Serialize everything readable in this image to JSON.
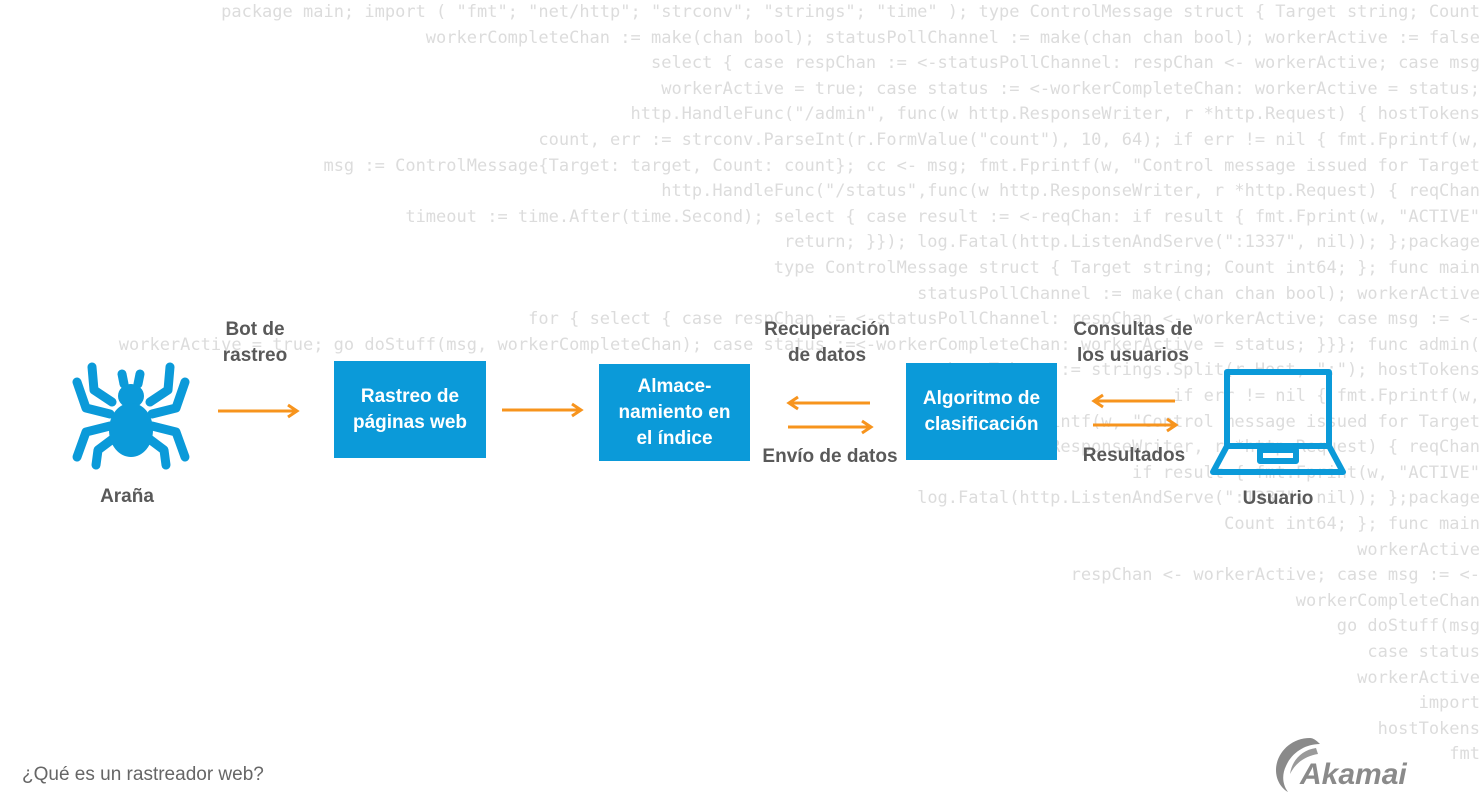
{
  "background_code": [
    "package main; import ( \"fmt\"; \"net/http\"; \"strconv\"; \"strings\"; \"time\" ); type ControlMessage struct { Target string; Count",
    "workerCompleteChan := make(chan bool); statusPollChannel := make(chan chan bool); workerActive := false",
    "select { case respChan := <-statusPollChannel: respChan <- workerActive; case msg",
    "workerActive = true; case status := <-workerCompleteChan: workerActive = status;",
    "http.HandleFunc(\"/admin\", func(w http.ResponseWriter, r *http.Request) { hostTokens",
    "count, err := strconv.ParseInt(r.FormValue(\"count\"), 10, 64); if err != nil { fmt.Fprintf(w,",
    "msg := ControlMessage{Target: target, Count: count}; cc <- msg; fmt.Fprintf(w, \"Control message issued for Target",
    "http.HandleFunc(\"/status\",func(w http.ResponseWriter, r *http.Request) { reqChan",
    "timeout := time.After(time.Second); select { case result := <-reqChan: if result { fmt.Fprint(w, \"ACTIVE\"",
    "return; }}); log.Fatal(http.ListenAndServe(\":1337\", nil)); };package",
    "type ControlMessage struct { Target string; Count int64; }; func main",
    "statusPollChannel := make(chan chan bool); workerActive",
    "for { select { case respChan := <-statusPollChannel: respChan <- workerActive; case msg := <-",
    "workerActive = true; go doStuff(msg, workerCompleteChan); case status :=<-workerCompleteChan: workerActive = status; }}}; func admin(",
    "hostTokens := strings.Split(r.Host, \":\"); hostTokens",
    "if err != nil { fmt.Fprintf(w,",
    "fmt.Fprintf(w, \"Control message issued for Target",
    "func(w http.ResponseWriter, r *http.Request) { reqChan",
    "if result { fmt.Fprint(w, \"ACTIVE\"",
    "log.Fatal(http.ListenAndServe(\":1337\", nil)); };package",
    "Count int64; }; func main",
    "workerActive",
    "respChan <- workerActive; case msg := <-",
    "workerCompleteChan",
    "go doStuff(msg",
    "case status",
    "workerActive",
    "import",
    "hostTokens",
    "fmt"
  ],
  "nodes": {
    "spider": {
      "label": "Araña",
      "icon": "spider-icon"
    },
    "crawl": {
      "label": "Rastreo de\npáginas web"
    },
    "index": {
      "label": "Almace-\nnamiento en\nel índice"
    },
    "ranking": {
      "label": "Algoritmo de\nclasificación"
    },
    "user": {
      "label": "Usuario",
      "icon": "laptop-icon"
    }
  },
  "edges": {
    "bot": {
      "label": "Bot de\nrastreo"
    },
    "retrieve": {
      "label": "Recuperación\nde datos"
    },
    "send": {
      "label": "Envío de datos"
    },
    "queries": {
      "label": "Consultas de\nlos usuarios"
    },
    "results": {
      "label": "Resultados"
    }
  },
  "footer": {
    "title": "¿Qué es un rastreador web?"
  },
  "brand": {
    "logo_text": "Akamai"
  },
  "colors": {
    "box": "#0b9ad9",
    "arrow": "#f7941d",
    "text": "#595959",
    "footer": "#666666"
  }
}
